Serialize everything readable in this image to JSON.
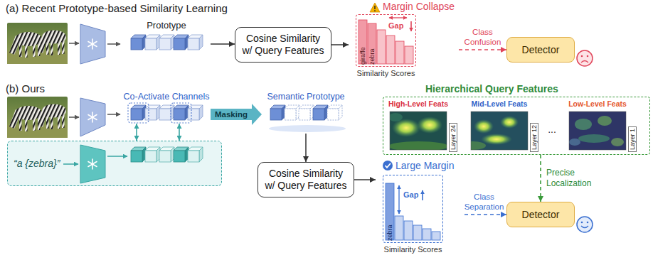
{
  "diagram": {
    "nodes": [
      {
        "text": [
          "Prototype"
        ]
      },
      {
        "text": [
          "Cosine Similarity w/ Query Features"
        ]
      },
      {
        "text": [
          "Margin Collapse",
          "Similarity Scores"
        ]
      },
      {
        "text": [
          "Detector"
        ]
      },
      {
        "text": [
          "Co-Activate Channels"
        ]
      },
      {
        "text": [
          "“a {zebra}”"
        ]
      },
      {
        "text": [
          "Semantic Prototype"
        ]
      },
      {
        "text": [
          "Cosine Similarity w/ Query Features"
        ]
      },
      {
        "text": [
          "Hierarchical Query Features"
        ]
      },
      {
        "text": [
          "Large Margin",
          "Similarity Scores"
        ]
      },
      {
        "text": [
          "Detector"
        ]
      }
    ],
    "edges": [
      {
        "from": 0,
        "to": 1,
        "arrow": "to"
      },
      {
        "from": 1,
        "to": 2,
        "arrow": "to"
      },
      {
        "from": 2,
        "to": 3,
        "label": "Class Confusion",
        "arrow": "to"
      },
      {
        "from": 4,
        "to": 5,
        "arrow": "both"
      },
      {
        "from": 4,
        "to": 5,
        "arrow": "both"
      },
      {
        "from": 4,
        "to": 6,
        "label": "Masking",
        "arrow": "to"
      },
      {
        "from": 6,
        "to": 7,
        "arrow": "to"
      },
      {
        "from": 7,
        "to": 9,
        "arrow": "to"
      },
      {
        "from": 9,
        "to": 10,
        "label": "Class Separation",
        "arrow": "to"
      },
      {
        "from": 8,
        "to": 10,
        "label": "Precise Localization",
        "arrow": "to"
      }
    ],
    "labels": [
      "(a) Recent Prototype-based Similarity Learning",
      "giraffe",
      "zebra",
      "Gap",
      "(b) Ours",
      "High-Level Feats",
      "Mid-Level Feats",
      "...",
      "Low-Level Feats",
      "Layer 24",
      "Layer 12",
      "Layer 1",
      "zebra",
      "Gap"
    ]
  }
}
